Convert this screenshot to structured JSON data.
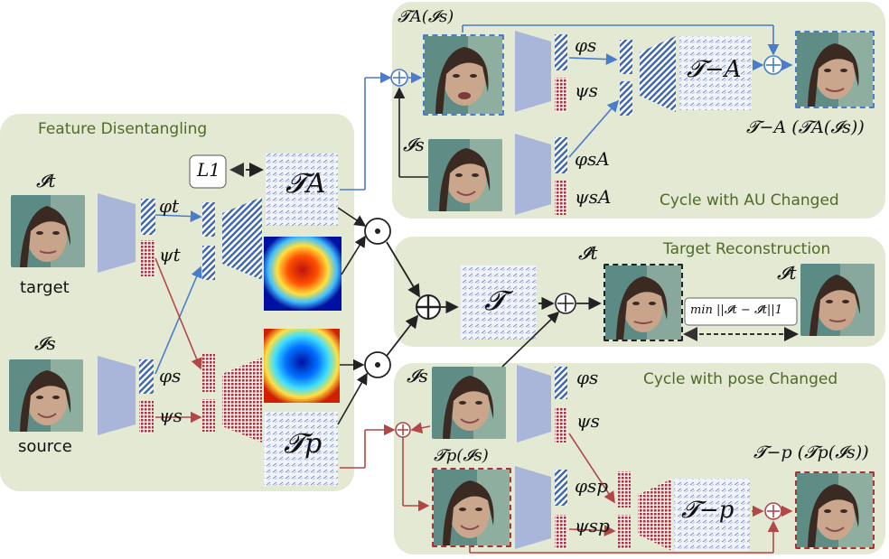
{
  "panels": {
    "feature_disentangling": "Feature Disentangling",
    "cycle_au": "Cycle with AU Changed",
    "target_reconstruction": "Target  Reconstruction",
    "cycle_pose": "Cycle with pose Changed"
  },
  "captions": {
    "target": "target",
    "source": "source"
  },
  "symbols": {
    "I_t": "𝓘t",
    "I_s": "𝓘s",
    "phi_t": "φt",
    "psi_t": "ψt",
    "phi_s": "φs",
    "psi_s": "ψs",
    "phi_sA": "φsA",
    "psi_sA": "ψsA",
    "phi_sp": "φsp",
    "psi_sp": "ψsp",
    "T_A": "𝓣A",
    "T_p": "𝓣p",
    "T": "𝓣",
    "T_invA": "𝓣−A",
    "T_invp": "𝓣−p",
    "TA_Is": "𝓣A(𝓘s)",
    "Tp_Is": "𝓣p(𝓘s)",
    "TinvA_TA_Is": "𝓣−A (𝓣A(𝓘s))",
    "Tinvp_Tp_Is": "𝓣−p (𝓣p(𝓘s))",
    "I_t_hat": "𝓘̂t",
    "L1": "L1",
    "min_loss": "min ||𝓘t − 𝓘̂t||1"
  },
  "colors": {
    "panel_bg": "#e3e9d3",
    "panel_title": "#4f6a2a",
    "encoder": "#a9b6d9",
    "blue_feature": "#3b64b0",
    "red_feature": "#a8343a",
    "blue_arrow": "#4a7ccc",
    "red_arrow": "#b34747"
  }
}
